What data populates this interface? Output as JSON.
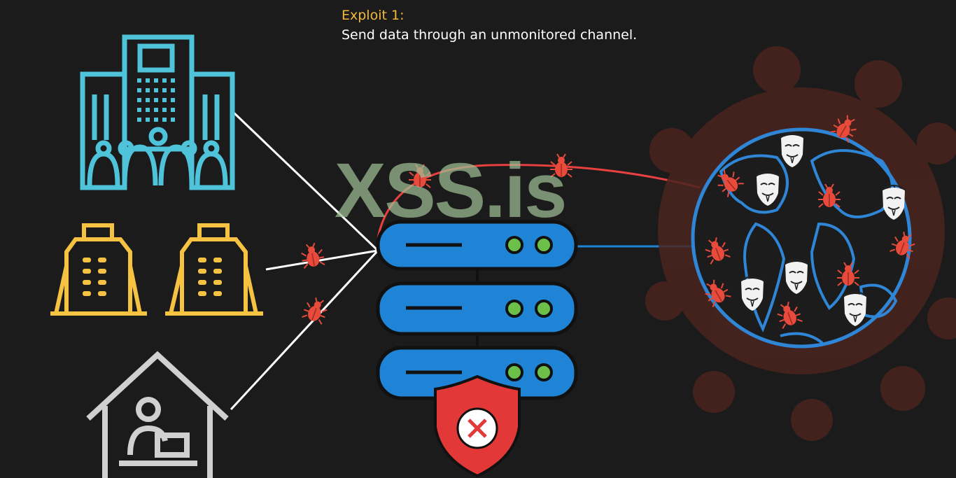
{
  "caption": {
    "label": "Exploit 1:",
    "text": "Send data through an unmonitored channel."
  },
  "watermark": "XSS.is",
  "colors": {
    "background": "#1b1b1b",
    "corporate": "#4fc3d9",
    "branch": "#f5c242",
    "home": "#d0d0d0",
    "server": "#1f84d6",
    "led": "#6cc04a",
    "bug": "#e84a3c",
    "shield": "#e23838",
    "globe": "#2f86d6",
    "virus": "#5a2a22",
    "red_channel": "#e84040",
    "label": "#f2b93b"
  },
  "icons": [
    "office-building-icon",
    "branch-office-icon",
    "home-worker-icon",
    "server-rack-icon",
    "bug-icon",
    "shield-x-icon",
    "globe-icon",
    "virus-icon",
    "anonymous-mask-icon"
  ]
}
